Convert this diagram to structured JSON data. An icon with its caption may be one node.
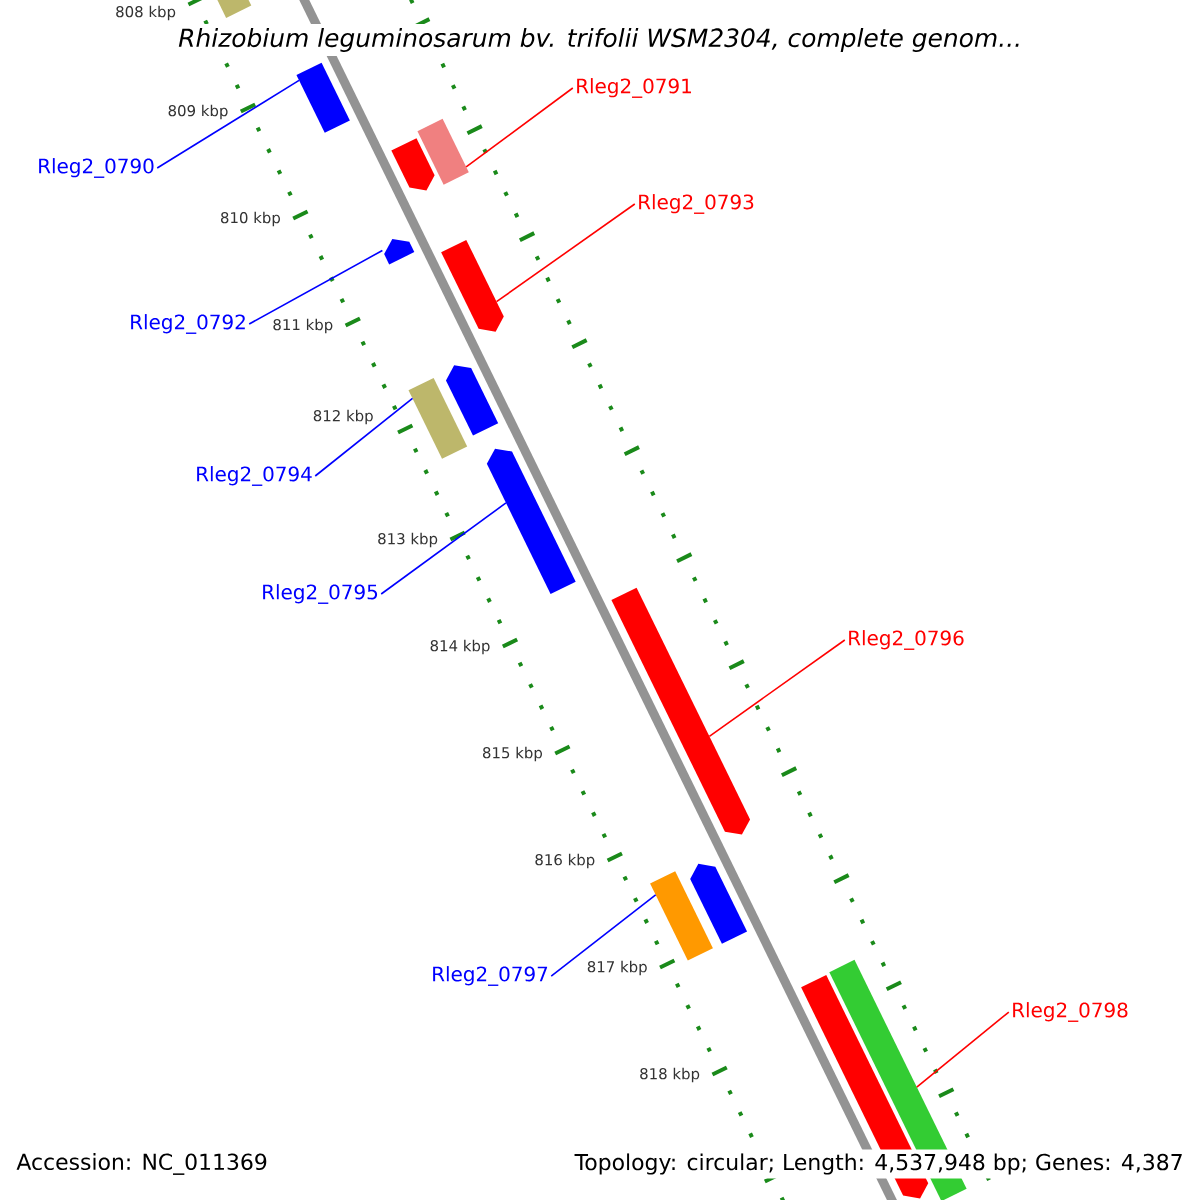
{
  "diagram": {
    "title": "*Rhizobium leguminosarum* bv. *trifolii* WSM2304, complete genom...",
    "nodes": [
      {
        "text": [
          "Rleg2_0790"
        ]
      },
      {
        "text": [
          "Rleg2_0791"
        ]
      },
      {
        "text": [
          "Rleg2_0792"
        ]
      },
      {
        "text": [
          "Rleg2_0793"
        ]
      },
      {
        "text": [
          "Rleg2_0794"
        ]
      },
      {
        "text": [
          "Rleg2_0795"
        ]
      },
      {
        "text": [
          "Rleg2_0796"
        ]
      },
      {
        "text": [
          "Rleg2_0797"
        ]
      },
      {
        "text": [
          "Rleg2_0798"
        ]
      },
      {
        "text": [],
        "shape": "bar"
      },
      {
        "text": [],
        "shape": "bar"
      },
      {
        "text": [],
        "shape": "bar"
      },
      {
        "text": [],
        "shape": "bar"
      },
      {
        "text": [],
        "shape": "bar"
      },
      {
        "text": [],
        "shape": "bar"
      },
      {
        "text": [],
        "shape": "bar"
      },
      {
        "text": [],
        "shape": "bar"
      },
      {
        "text": [],
        "shape": "bar"
      },
      {
        "text": [],
        "shape": "bar"
      },
      {
        "text": [],
        "shape": "bar"
      },
      {
        "text": [],
        "shape": "bar"
      },
      {
        "text": [],
        "shape": "bar"
      },
      {
        "text": [],
        "shape": "bar"
      }
    ],
    "edges": [
      {
        "from": 0,
        "to": 10,
        "arrow": "none"
      },
      {
        "from": 1,
        "to": 12,
        "arrow": "none",
        "color": "#ff0000"
      },
      {
        "from": 2,
        "to": 13,
        "arrow": "none"
      },
      {
        "from": 3,
        "to": 14,
        "arrow": "none",
        "color": "#ff0000"
      },
      {
        "from": 4,
        "to": 16,
        "arrow": "none"
      },
      {
        "from": 5,
        "to": 17,
        "arrow": "none"
      },
      {
        "from": 6,
        "to": 18,
        "arrow": "none",
        "color": "#ff0000"
      },
      {
        "from": 7,
        "to": 20,
        "arrow": "none"
      },
      {
        "from": 8,
        "to": 22,
        "arrow": "none",
        "color": "#ff0000"
      }
    ],
    "labels": [
      "808 kbp",
      "809 kbp",
      "810 kbp",
      "811 kbp",
      "812 kbp",
      "813 kbp",
      "814 kbp",
      "815 kbp",
      "816 kbp",
      "817 kbp",
      "818 kbp",
      "Accession: NC_011369",
      "Topology: circular; Length: 4,537,948 bp; Genes: 4,387"
    ]
  }
}
